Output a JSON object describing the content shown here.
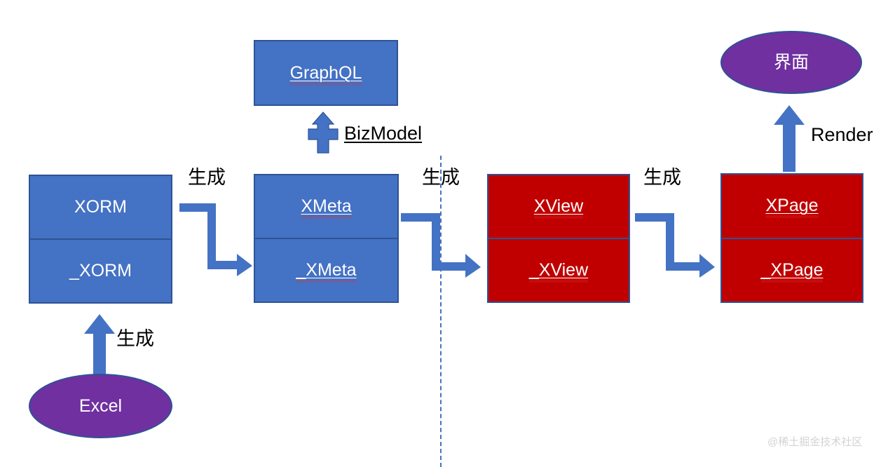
{
  "diagram": {
    "title_watermark": "@稀土掘金技术社区",
    "colors": {
      "blue_fill": "#4472C4",
      "red_fill": "#C00000",
      "purple_fill": "#7030A0",
      "border_blue": "#2E5395",
      "arrow_blue": "#4472C4",
      "text_white": "#FFFFFF",
      "text_black": "#000000",
      "divider_dash": "#4472C4",
      "watermark": "#D3D3D3"
    },
    "nodes": {
      "graphql": {
        "label": "GraphQL",
        "fill": "blue",
        "shape": "rect"
      },
      "xorm": {
        "top": "XORM",
        "bottom": "_XORM",
        "fill": "blue",
        "shape": "split-rect"
      },
      "xmeta": {
        "top": "XMeta",
        "bottom": "_XMeta",
        "fill": "blue",
        "shape": "split-rect"
      },
      "xview": {
        "top": "XView",
        "bottom": "_XView",
        "fill": "red",
        "shape": "split-rect"
      },
      "xpage": {
        "top": "XPage",
        "bottom": "_XPage",
        "fill": "red",
        "shape": "split-rect"
      },
      "excel": {
        "label": "Excel",
        "fill": "purple",
        "shape": "ellipse"
      },
      "ui": {
        "label": "界面",
        "fill": "purple",
        "shape": "ellipse"
      }
    },
    "edges": {
      "excel_to_xorm": {
        "label": "生成",
        "style": "up-arrow"
      },
      "xorm_to_xmeta": {
        "label": "生成",
        "style": "elbow-arrow"
      },
      "xmeta_to_graphql": {
        "label": "BizModel",
        "style": "cross-up-arrow"
      },
      "xmeta_to_xview": {
        "label": "生成",
        "style": "elbow-arrow"
      },
      "xview_to_xpage": {
        "label": "生成",
        "style": "elbow-arrow"
      },
      "xpage_to_ui": {
        "label": "Render",
        "style": "up-arrow"
      }
    }
  }
}
